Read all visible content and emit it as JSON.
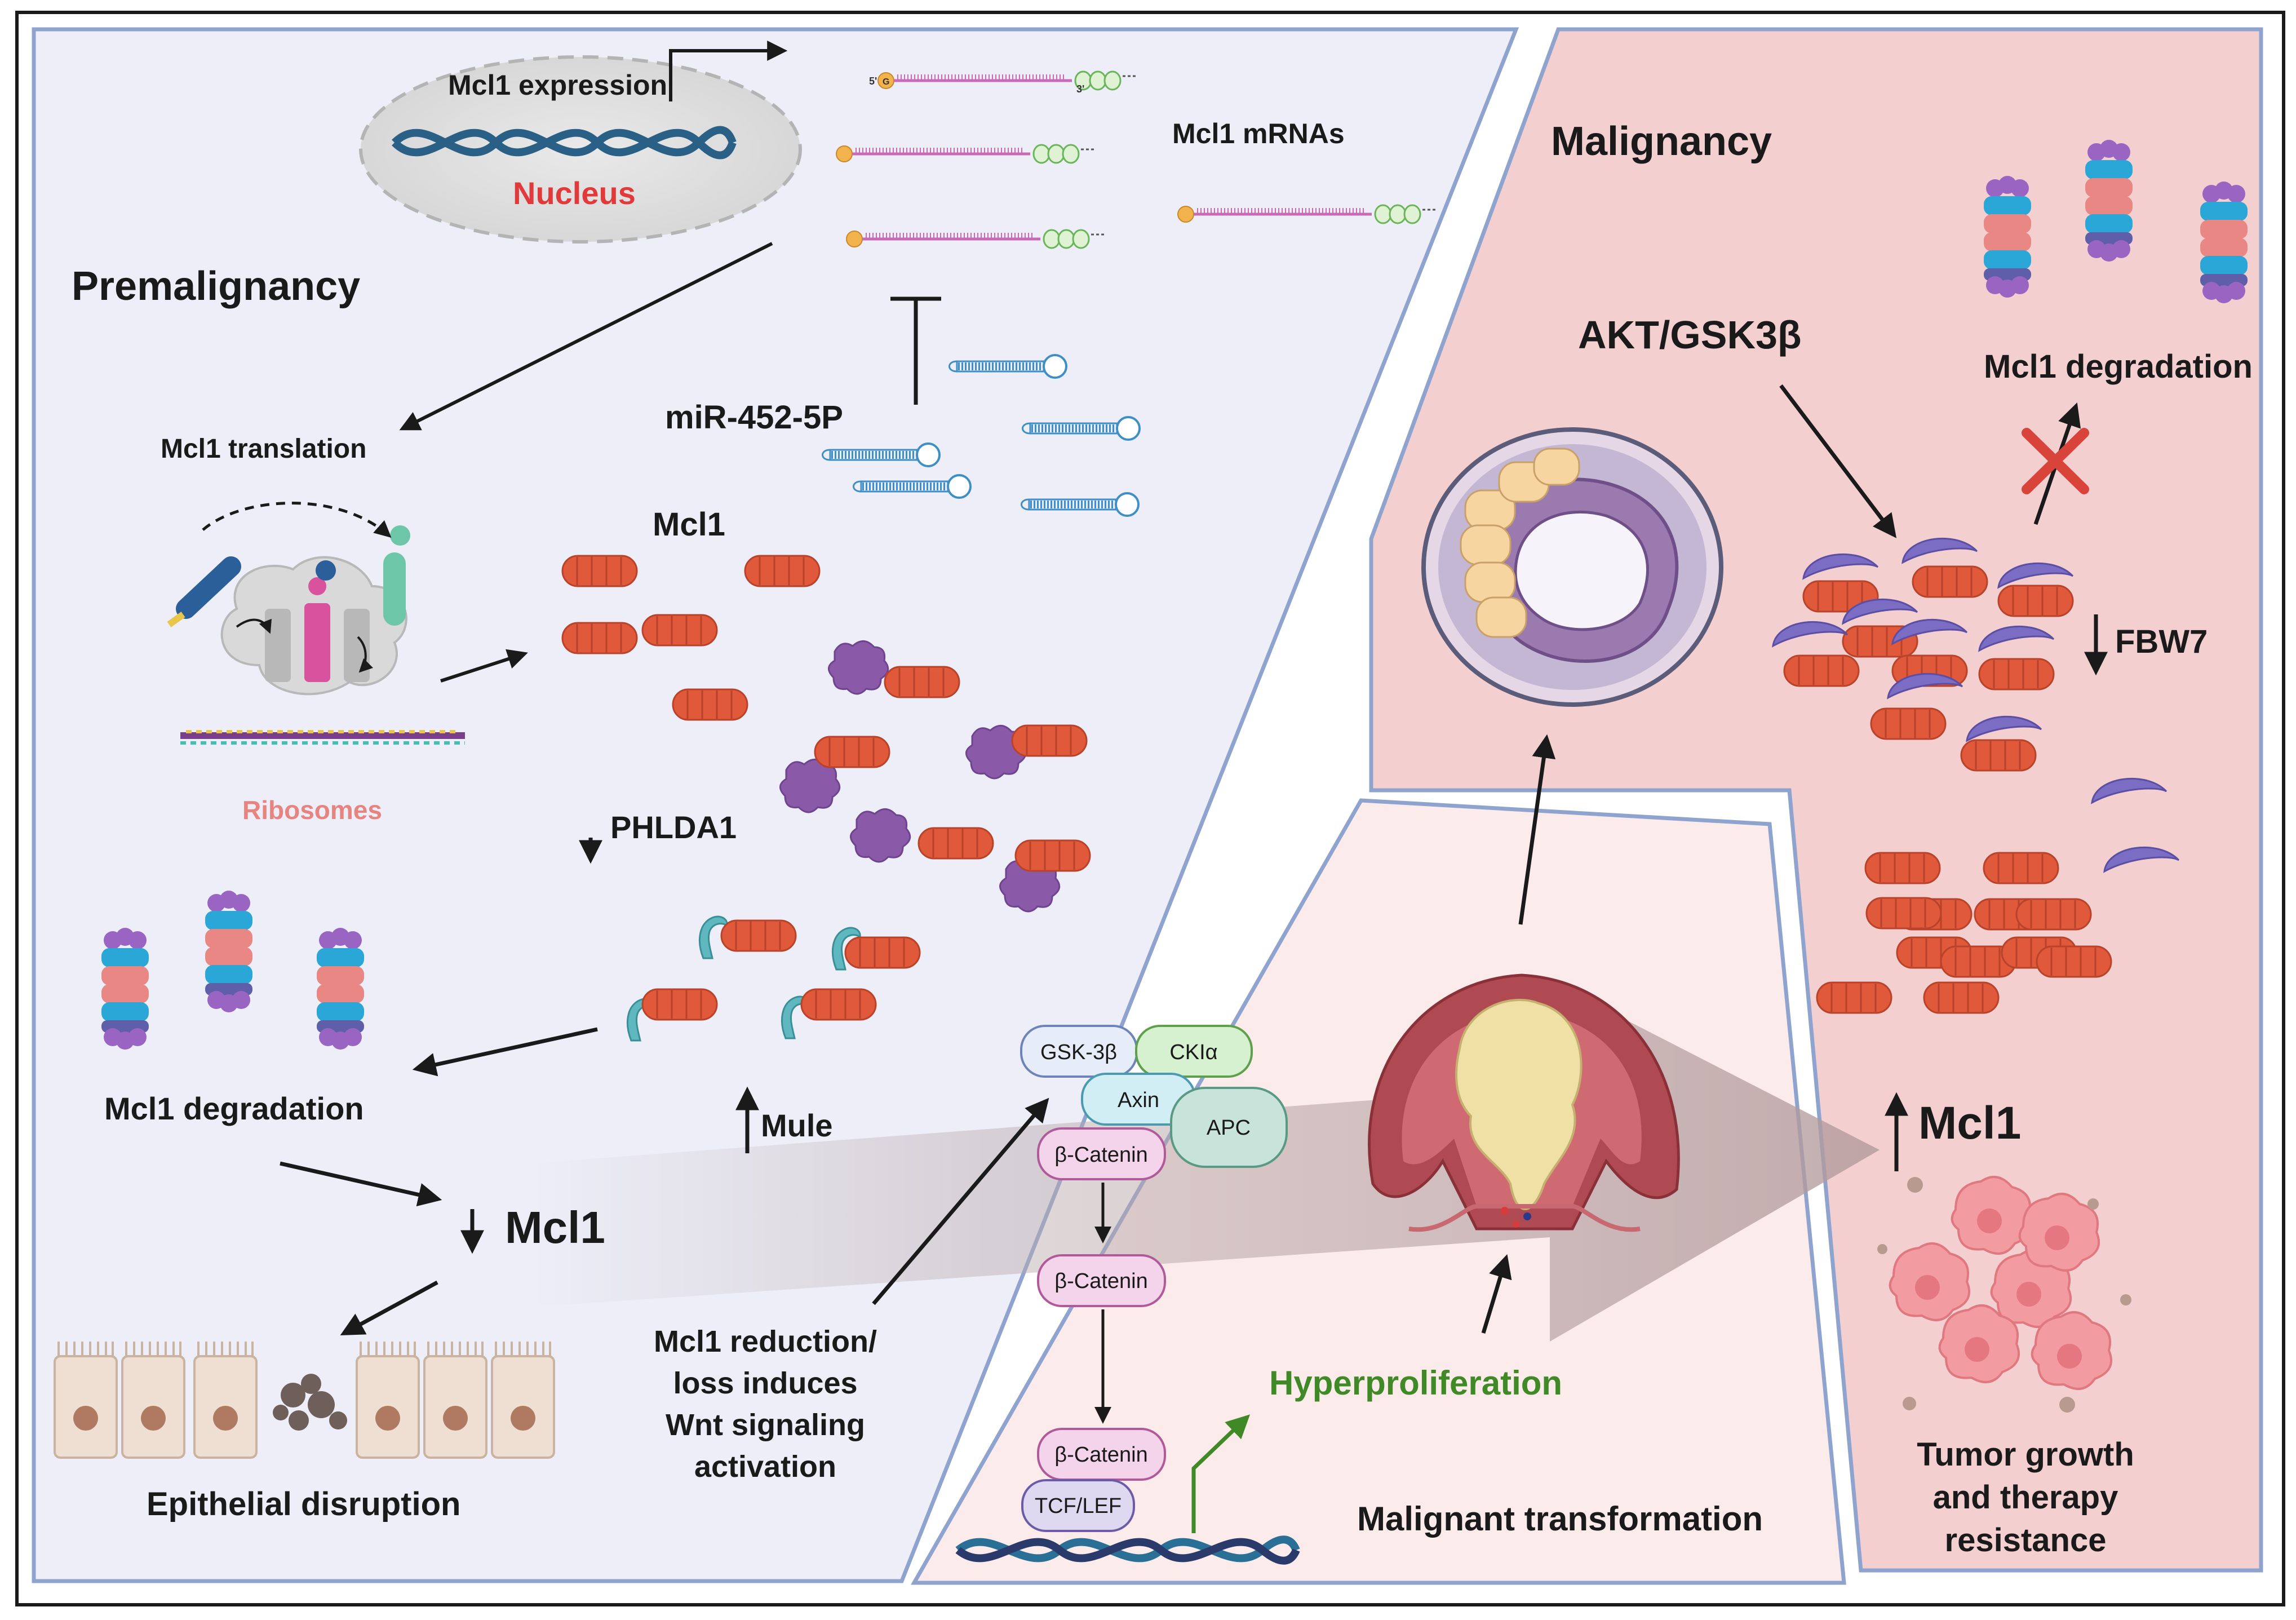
{
  "colors": {
    "premalignancy_bg": "#edeef8",
    "transformation_bg": "#fcebeb",
    "malignancy_bg": "#f3cfd0",
    "panel_border": "#8fa3cf",
    "mcl1_protein": "#e0593a",
    "fbw7": "#7b6dc4",
    "mule": "#5fb8bf",
    "phlda1": "#8a5aa8",
    "mirna": "#3d8fc6",
    "nucleus_text": "#e23a3a",
    "ribosomes_text": "#e88480",
    "hyperproliferation_text": "#3f8a26"
  },
  "premalignancy": {
    "title": "Premalignancy",
    "mcl1_expression": "Mcl1 expression",
    "nucleus": "Nucleus",
    "mcl1_mrnas": "Mcl1 mRNAs",
    "mrna_five_prime": "5'",
    "mrna_cap": "G",
    "mrna_polya": "AAA",
    "mrna_three_prime": "3'",
    "mirna": "miR-452-5P",
    "mcl1_translation": "Mcl1 translation",
    "ribosomes": "Ribosomes",
    "mcl1_protein": "Mcl1",
    "phlda1_down": "PHLDA1",
    "mule_up": "Mule",
    "mcl1_degradation": "Mcl1 degradation",
    "mcl1_down": "Mcl1",
    "epithelial_disruption": "Epithelial disruption",
    "wnt_note": [
      "Mcl1 reduction/",
      "loss induces",
      "Wnt signaling",
      "activation"
    ]
  },
  "transformation": {
    "gsk3b": "GSK-3β",
    "ck1a": "CKIα",
    "axin": "Axin",
    "apc": "APC",
    "beta_catenin": "β-Catenin",
    "tcf_lef": "TCF/LEF",
    "hyperproliferation": "Hyperproliferation",
    "malignant_transformation": "Malignant transformation"
  },
  "malignancy": {
    "title": "Malignancy",
    "akt_gsk3b": "AKT/GSK3β",
    "mcl1_degradation": "Mcl1 degradation",
    "fbw7_down": "FBW7",
    "mcl1_up": "Mcl1",
    "tumor_growth": [
      "Tumor growth",
      "and therapy",
      "resistance"
    ]
  }
}
